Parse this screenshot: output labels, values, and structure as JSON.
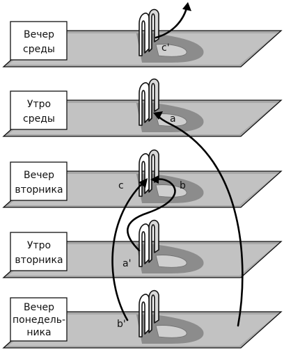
{
  "levels": [
    {
      "label_lines": [
        "Вечер",
        "среды"
      ],
      "point": "c'"
    },
    {
      "label_lines": [
        "Утро",
        "среды"
      ],
      "point": "a"
    },
    {
      "label_lines": [
        "Вечер",
        "вторника"
      ],
      "point": "c",
      "point2": "b"
    },
    {
      "label_lines": [
        "Утро",
        "вторника"
      ],
      "point": "a'"
    },
    {
      "label_lines": [
        "Вечер",
        "понедель-",
        "ника"
      ],
      "point": "b'"
    }
  ]
}
